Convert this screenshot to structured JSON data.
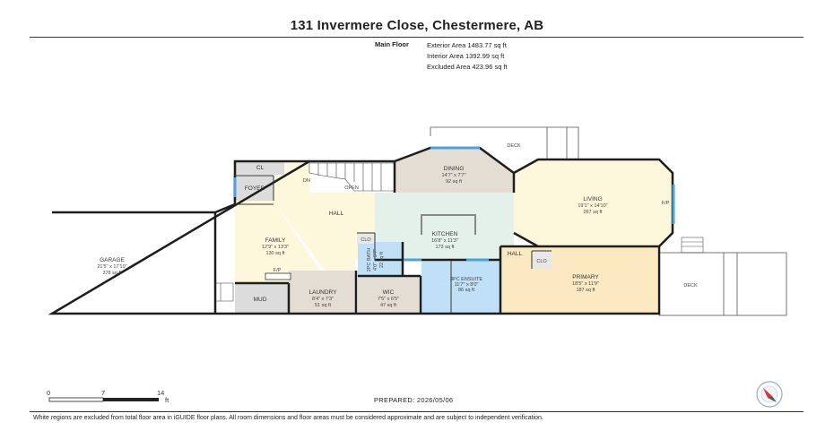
{
  "header": {
    "title": "131 Invermere Close, Chestermere, AB"
  },
  "floor": {
    "name": "Main Floor",
    "exterior_area": "Exterior Area 1483.77 sq ft",
    "interior_area": "Interior Area 1392.99 sq ft",
    "excluded_area": "Excluded Area 423.96 sq ft"
  },
  "rooms": {
    "garage": {
      "name": "GARAGE",
      "dims": "21'5\" x 17'10\"",
      "area": "378 sq ft"
    },
    "family": {
      "name": "FAMILY",
      "dims": "12'9\" x 13'3\"",
      "area": "130 sq ft"
    },
    "kitchen": {
      "name": "KITCHEN",
      "dims": "16'8\" x 11'3\"",
      "area": "173 sq ft"
    },
    "dining": {
      "name": "DINING",
      "dims": "14'7\" x 7'7\"",
      "area": "92 sq ft"
    },
    "living": {
      "name": "LIVING",
      "dims": "19'1\" x 14'10\"",
      "area": "267 sq ft"
    },
    "primary": {
      "name": "PRIMARY",
      "dims": "18'5\" x 11'9\"",
      "area": "187 sq ft"
    },
    "laundry": {
      "name": "LAUNDRY",
      "dims": "8'4\" x 7'3\"",
      "area": "51 sq ft"
    },
    "wic": {
      "name": "WIC",
      "dims": "7'5\" x 6'5\"",
      "area": "47 sq ft"
    },
    "ensuite": {
      "name": "4PC ENSUITE",
      "dims": "11'7\" x 8'0\"",
      "area": "86 sq ft"
    },
    "bath": {
      "name": "2PC BATH",
      "dims": "4'0\" x 5'7\"",
      "area": "22 sq ft"
    },
    "hall_main": "HALL",
    "hall_primary": "HALL",
    "foyer": "FOYER",
    "mud": "MUD",
    "cl": "CL",
    "clo_kitchen": "CLO",
    "clo_hall": "CLO",
    "open": "OPEN",
    "dn": "DN",
    "fp_family": "F/P",
    "fp_living": "F/P",
    "deck_top": "DECK",
    "deck_right": "DECK"
  },
  "scale": {
    "t0": "0",
    "t1": "7",
    "t2": "14",
    "unit": "ft"
  },
  "footer": {
    "prepared": "PREPARED: 2026/05/06",
    "disclaimer": "White regions are excluded from total floor area in iGUIDE floor plans. All room dimensions and floor areas must be considered approximate and are subject to independent verification."
  },
  "colors": {
    "family": "#fdf8dc",
    "kitchen": "#e3f1ea",
    "dining": "#e4ddd3",
    "living": "#fdf8dc",
    "primary": "#fbe9c2",
    "laundry": "#e4ddd3",
    "wic": "#e4ddd3",
    "ensuite": "#bfe0f7",
    "bath": "#bfe0f7",
    "mud": "#dcdcdc",
    "foyer": "#dcdcdc",
    "window": "#4aa3df",
    "wall": "#1e1e1e"
  },
  "icons": {
    "compass": "compass-icon"
  }
}
